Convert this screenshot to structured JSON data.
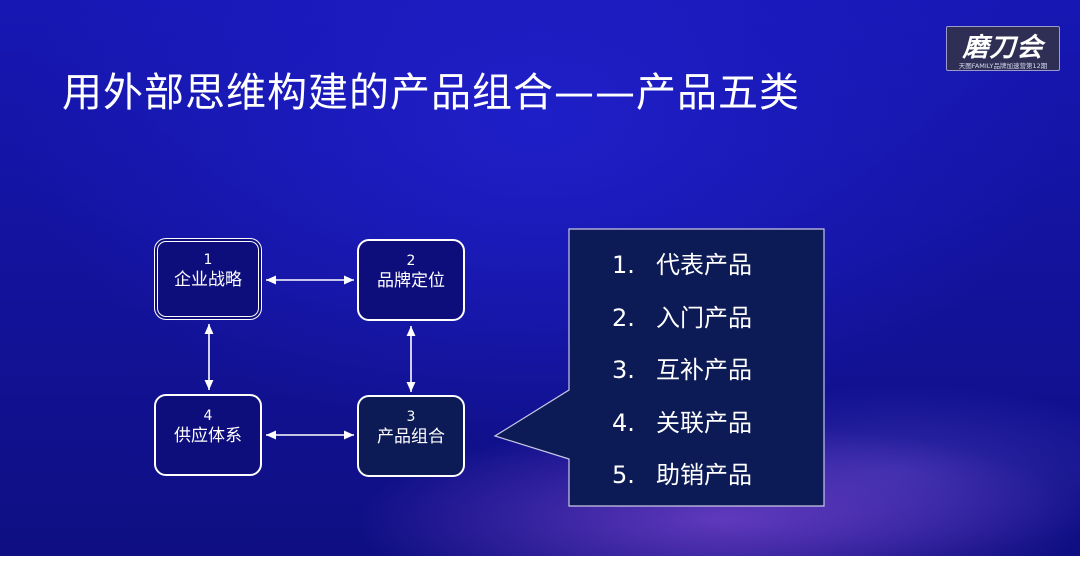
{
  "title": "用外部思维构建的产品组合——产品五类",
  "logo": {
    "text": "磨刀会",
    "subtitle": "天图FAMILY品牌加速营第12期"
  },
  "diagram": {
    "nodes": [
      {
        "num": "1",
        "label": "企业战略"
      },
      {
        "num": "2",
        "label": "品牌定位"
      },
      {
        "num": "3",
        "label": "产品组合"
      },
      {
        "num": "4",
        "label": "供应体系"
      }
    ]
  },
  "callout": {
    "items": [
      {
        "num": "1.",
        "label": "代表产品"
      },
      {
        "num": "2.",
        "label": "入门产品"
      },
      {
        "num": "3.",
        "label": "互补产品"
      },
      {
        "num": "4.",
        "label": "关联产品"
      },
      {
        "num": "5.",
        "label": "助销产品"
      }
    ]
  },
  "colors": {
    "background": "#1515a8",
    "callout_fill": "#0c1a55",
    "text": "#ffffff"
  }
}
